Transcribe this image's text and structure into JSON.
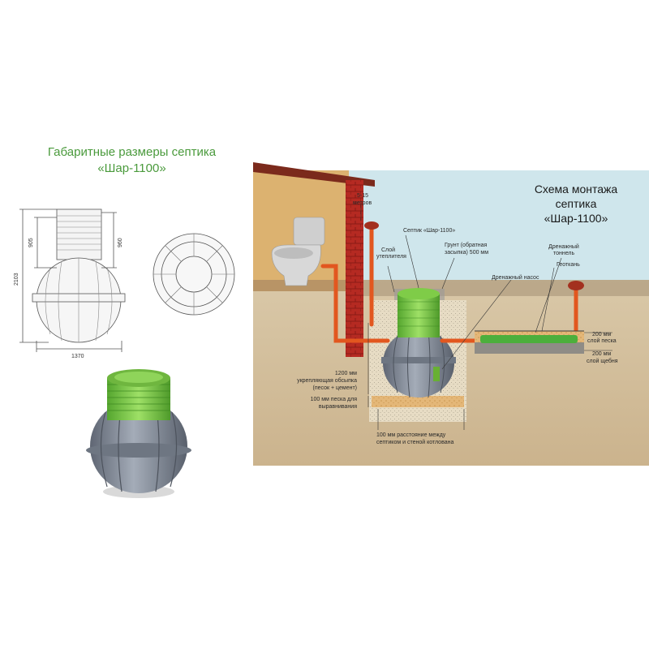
{
  "left": {
    "title_line1": "Габаритные размеры септика",
    "title_line2": "«Шар-1100»",
    "dims": {
      "total_height": "2103",
      "neck_height": "905",
      "neck_inner": "960",
      "width": "1370"
    }
  },
  "schema": {
    "title_line1": "Схема монтажа",
    "title_line2": "септика",
    "title_line3": "«Шар-1100»",
    "distance_line1": "5-15",
    "distance_line2": "метров",
    "septic_label": "Септик «Шар-1100»",
    "insulation_line1": "Слой",
    "insulation_line2": "утеплителя",
    "soil_line1": "Грунт (обратная",
    "soil_line2": "засыпка) 500 мм",
    "pump_label": "Дренажный насос",
    "tunnel_line1": "Дренажный",
    "tunnel_line2": "тоннель",
    "geotextile_label": "Геоткань",
    "sand_line1": "200 мм",
    "sand_line2": "слой песка",
    "gravel_line1": "200 мм",
    "gravel_line2": "слой щебня",
    "backfill_line1": "1200 мм",
    "backfill_line2": "укрепляющая обсыпка",
    "backfill_line3": "(песок + цемент)",
    "levelsand_line1": "100 мм песка для",
    "levelsand_line2": "выравнивания",
    "gap_line1": "100 мм расстояние между",
    "gap_line2": "септиком и стеной котлована"
  },
  "colors": {
    "title_green": "#4a9a3c",
    "sky": "#cfe6ec",
    "wall": "#dcb270",
    "ground": "#d4c1a0",
    "brick": "#b52a22",
    "pipe": "#e2571f",
    "neck_green": "#7fcc48",
    "tank_gray": "#8c94a2"
  }
}
